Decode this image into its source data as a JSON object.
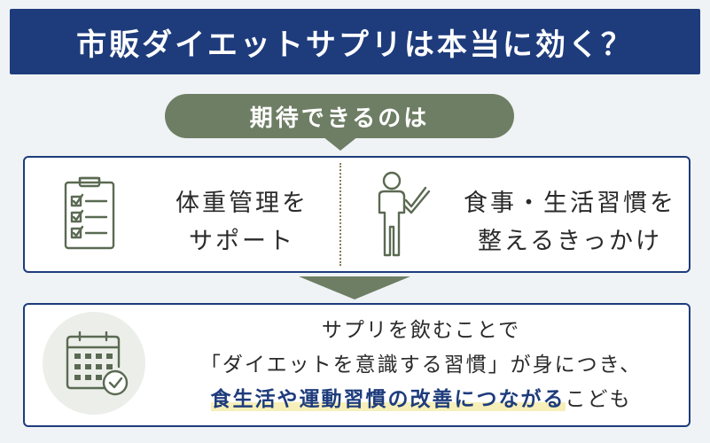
{
  "title": "市販ダイエットサプリは本当に効く？",
  "expect_pill": "期待できるのは",
  "benefits": [
    {
      "icon": "clipboard-checklist-icon",
      "lines": [
        "体重管理を",
        "サポート"
      ]
    },
    {
      "icon": "person-check-icon",
      "lines": [
        "食事・生活習慣を",
        "整えるきっかけ"
      ]
    }
  ],
  "result": {
    "icon": "calendar-check-icon",
    "line1": "サプリを飲むことで",
    "line2": "「ダイエットを意識する習慣」が身につき、",
    "line3_highlight": "食生活や運動習慣の改善につながる",
    "line3_tail": "こども"
  },
  "colors": {
    "navy": "#1e3c7c",
    "olive": "#6e7e64",
    "icon": "#5a6a52",
    "highlight": "#f6efb8",
    "background": "#eff3f6"
  }
}
